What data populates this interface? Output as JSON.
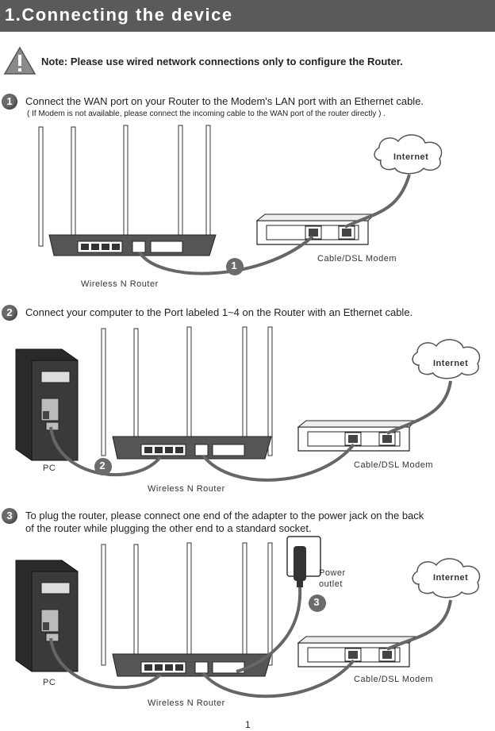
{
  "header": {
    "title": "1.Connecting the device"
  },
  "note": {
    "text": "Note: Please use wired network connections only to configure the Router."
  },
  "steps": [
    {
      "number": "1",
      "text": "Connect the WAN port on your Router to the Modem's LAN port with an Ethernet cable.",
      "subtext": "( If Modem is not available, please connect the incoming cable to the WAN port of the router directly ) ."
    },
    {
      "number": "2",
      "text": "Connect your computer to the Port labeled 1~4 on the Router with an Ethernet cable."
    },
    {
      "number": "3",
      "text_line1": "To plug the router, please connect one end of the adapter to the power jack on the back",
      "text_line2": "of the router while plugging the other end to a standard socket."
    }
  ],
  "labels": {
    "internet": "Internet",
    "modem": "Cable/DSL  Modem",
    "router": "Wireless N Router",
    "pc": "PC",
    "power_outlet_1": "Power",
    "power_outlet_2": "outlet"
  },
  "page": {
    "number": "1"
  }
}
